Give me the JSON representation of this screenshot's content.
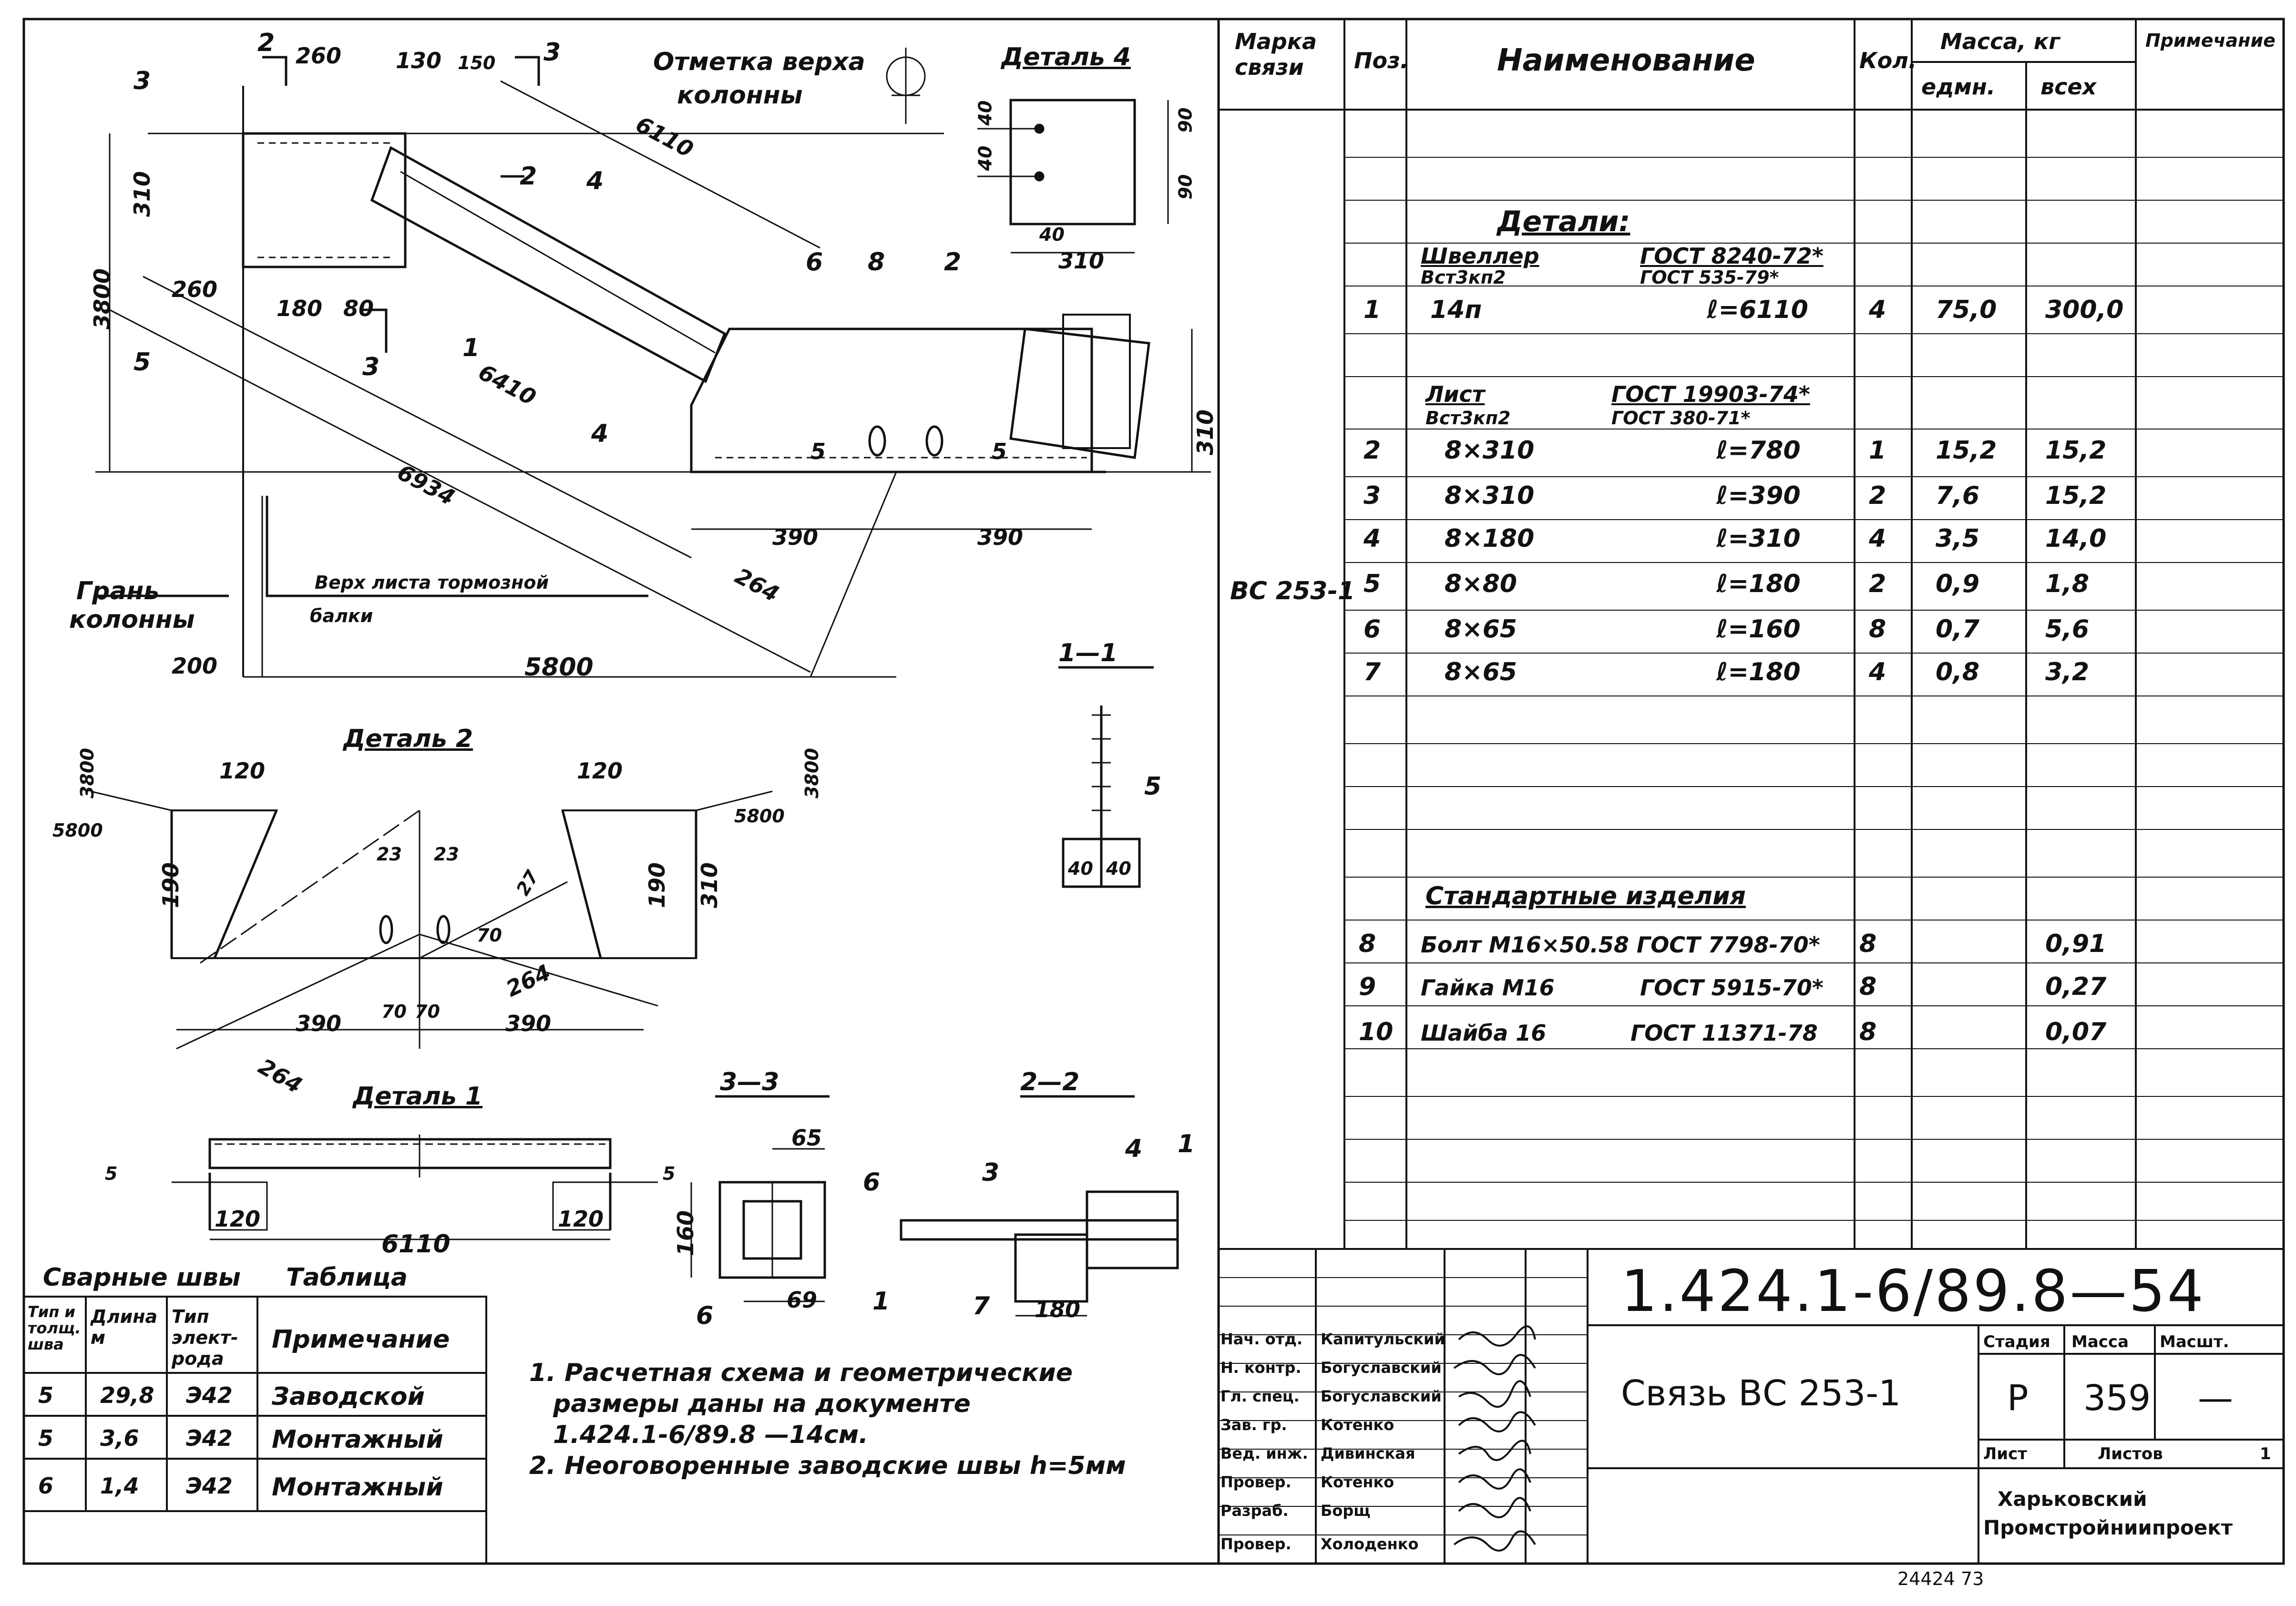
{
  "drawing": {
    "top_dims": {
      "d260": "260",
      "d130": "130",
      "d150": "150",
      "d6110": "6110",
      "d310": "310",
      "d3800": "3800",
      "d260b": "260",
      "d180": "180",
      "d80": "80",
      "d6410": "6410",
      "d6934": "6934",
      "d390a": "390",
      "d390b": "390",
      "d264": "264",
      "d5800": "5800",
      "d200": "200",
      "d310r": "310"
    },
    "labels": {
      "col_top": "Отметка верха колонны",
      "col_top_1": "Отметка верха",
      "col_top_2": "колонны",
      "col_face_1": "Грань",
      "col_face_2": "колонны",
      "beam_top_1": "Верх листа тормозной",
      "beam_top_2": "балки",
      "detail4": "Деталь 4",
      "detail2": "Деталь 2",
      "detail1": "Деталь 1",
      "section11": "1—1",
      "section33": "3—3",
      "section22": "2—2"
    },
    "detail4_dims": {
      "d40a": "40",
      "d40b": "40",
      "d90a": "90",
      "d90b": "90",
      "d40c": "40",
      "d310": "310"
    },
    "detail2_dims": {
      "d3800": "3800",
      "d5800": "5800",
      "d120a": "120",
      "d120b": "120",
      "d190a": "190",
      "d190b": "190",
      "d310": "310",
      "d23a": "23",
      "d23b": "23",
      "d27": "27",
      "d70a": "70",
      "d70b": "70",
      "d70c": "70",
      "d390a": "390",
      "d390b": "390",
      "d264a": "264",
      "d264b": "264",
      "d3800r": "3800",
      "d5800r": "5800"
    },
    "detail1_dims": {
      "d5a": "5",
      "d5b": "5",
      "d120a": "120",
      "d120b": "120",
      "d6110": "6110"
    },
    "sec11_dims": {
      "d40a": "40",
      "d40b": "40",
      "pos5": "5"
    },
    "sec33_dims": {
      "d65": "65",
      "d160": "160",
      "d69": "69",
      "pos6a": "6",
      "pos6b": "6",
      "pos1": "1"
    },
    "sec22_dims": {
      "pos3": "3",
      "pos4": "4",
      "pos1": "1",
      "pos7": "7",
      "d180": "180"
    },
    "pos_marks": {
      "p3": "3",
      "p5": "5",
      "p1": "1",
      "p4a": "4",
      "p4b": "4",
      "p6": "6",
      "p8": "8",
      "p2": "2",
      "p5a": "5",
      "p5b": "5"
    },
    "section_marks": {
      "s2": "2",
      "s3a": "3",
      "s3b": "3",
      "s2b": "2"
    }
  },
  "weld_table": {
    "title_1": "Сварные швы",
    "title_2": "Таблица",
    "headers": [
      "Тип и толщ. шва",
      "Длина м",
      "Тип элект-рода",
      "Примечание"
    ],
    "rows": [
      {
        "type": "5",
        "length": "29,8",
        "electrode": "Э42",
        "note": "Заводской"
      },
      {
        "type": "5",
        "length": "3,6",
        "electrode": "Э42",
        "note": "Монтажный"
      },
      {
        "type": "6",
        "length": "1,4",
        "electrode": "Э42",
        "note": "Монтажный"
      }
    ]
  },
  "notes": {
    "n1_line1": "1. Расчетная схема и геометрические",
    "n1_line2": "размеры даны на документе",
    "n1_line3": "1.424.1-6/89.8 —14см.",
    "n2": "2. Неоговоренные заводские швы h=5мм"
  },
  "spec": {
    "headers": {
      "mark": "Марка связи",
      "pos": "Поз.",
      "name": "Наименование",
      "qty": "Кол.",
      "mass": "Масса, кг",
      "unit": "едмн.",
      "total": "всех",
      "note": "Примечание"
    },
    "mark_value": "ВС 253-1",
    "details_title": "Детали:",
    "shveller_1": "Швеллер",
    "shveller_gost": "ГОСТ 8240-72*",
    "shveller_steel": "Вст3кп2",
    "shveller_gost2": "ГОСТ 535-79*",
    "list_1": "Лист",
    "list_gost": "ГОСТ 19903-74*",
    "list_steel": "Вст3кп2",
    "list_gost2": "ГОСТ 380-71*",
    "std_title": "Стандартные изделия",
    "rows": [
      {
        "pos": "1",
        "name": "14п",
        "len": "ℓ=6110",
        "qty": "4",
        "unit": "75,0",
        "total": "300,0"
      },
      {
        "pos": "2",
        "name": "8×310",
        "len": "ℓ=780",
        "qty": "1",
        "unit": "15,2",
        "total": "15,2"
      },
      {
        "pos": "3",
        "name": "8×310",
        "len": "ℓ=390",
        "qty": "2",
        "unit": "7,6",
        "total": "15,2"
      },
      {
        "pos": "4",
        "name": "8×180",
        "len": "ℓ=310",
        "qty": "4",
        "unit": "3,5",
        "total": "14,0"
      },
      {
        "pos": "5",
        "name": "8×80",
        "len": "ℓ=180",
        "qty": "2",
        "unit": "0,9",
        "total": "1,8"
      },
      {
        "pos": "6",
        "name": "8×65",
        "len": "ℓ=160",
        "qty": "8",
        "unit": "0,7",
        "total": "5,6"
      },
      {
        "pos": "7",
        "name": "8×65",
        "len": "ℓ=180",
        "qty": "4",
        "unit": "0,8",
        "total": "3,2"
      }
    ],
    "std_rows": [
      {
        "pos": "8",
        "name": "Болт М16×50.58 ГОСТ 7798-70*",
        "qty": "8",
        "total": "0,91"
      },
      {
        "pos": "9",
        "name": "Гайка М16",
        "gost": "ГОСТ 5915-70*",
        "qty": "8",
        "total": "0,27"
      },
      {
        "pos": "10",
        "name": "Шайба 16",
        "gost": "ГОСТ 11371-78",
        "qty": "8",
        "total": "0,07"
      }
    ]
  },
  "title_block": {
    "doc_number": "1.424.1-6/89.8—54",
    "title": "Связь ВС 253-1",
    "stage_h": "Стадия",
    "mass_h": "Масса",
    "scale_h": "Масшт.",
    "stage": "Р",
    "mass": "359",
    "scale": "—",
    "sheet_h": "Лист",
    "sheets_h": "Листов",
    "sheets": "1",
    "org_1": "Харьковский",
    "org_2": "Промстройниипроект",
    "roles": [
      {
        "role": "Нач. отд.",
        "name": "Капитульский"
      },
      {
        "role": "Н. контр.",
        "name": "Богуславский"
      },
      {
        "role": "Гл. спец.",
        "name": "Богуславский"
      },
      {
        "role": "Зав. гр.",
        "name": "Котенко"
      },
      {
        "role": "Вед. инж.",
        "name": "Дивинская"
      },
      {
        "role": "Провер.",
        "name": "Котенко"
      },
      {
        "role": "Разраб.",
        "name": "Борщ"
      },
      {
        "role": "Провер.",
        "name": "Холоденко"
      }
    ],
    "footer_num": "24424  73"
  }
}
